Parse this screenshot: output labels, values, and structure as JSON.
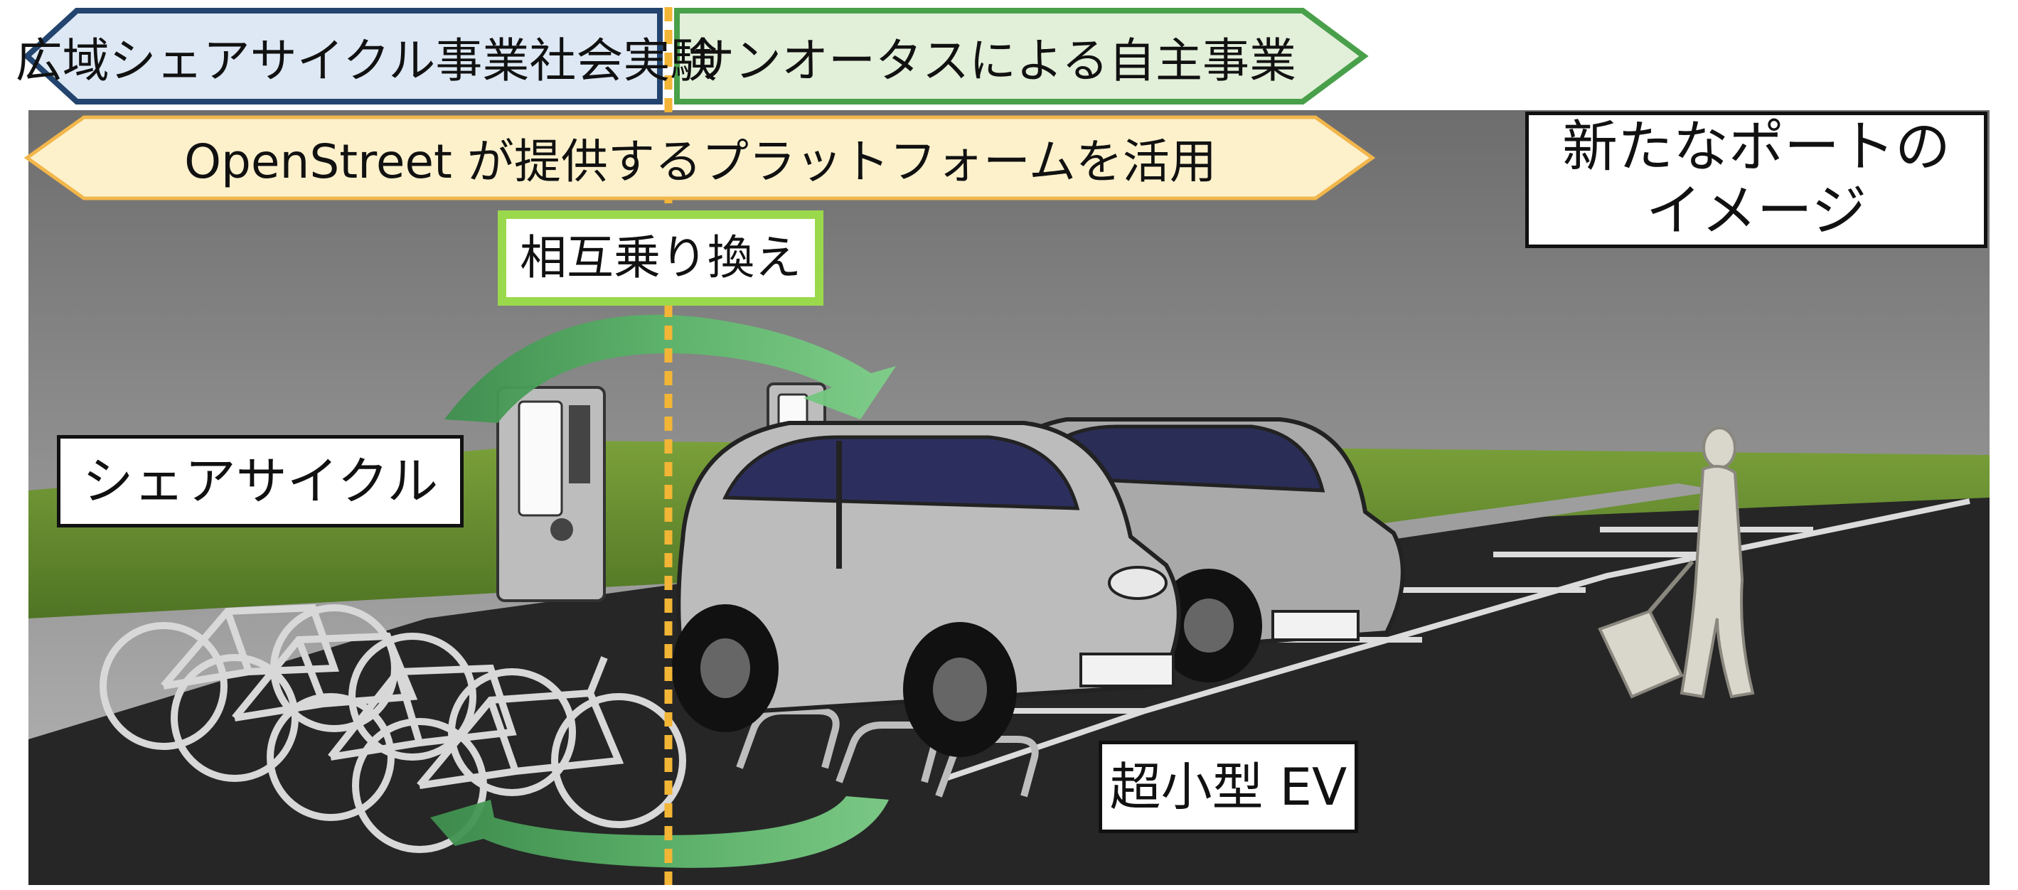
{
  "banners": {
    "trial": "広域シェアサイクル事業社会実験",
    "sun": "サンオータスによる自主事業",
    "platform": "OpenStreet が提供するプラットフォームを活用"
  },
  "labels": {
    "transfer": "相互乗り換え",
    "share_cycle": "シェアサイクル",
    "micro_ev": "超小型 EV",
    "new_port_line1": "新たなポートの",
    "new_port_line2": "イメージ"
  },
  "colors": {
    "trial_fill": "#dde8f4",
    "trial_stroke": "#23446e",
    "sun_fill": "#e2efd9",
    "sun_stroke": "#49a04a",
    "platform_fill": "#fdf1cc",
    "platform_stroke": "#f2b64a",
    "transfer_border": "#9bd94c",
    "divider": "#f3b535",
    "arrow": "#4aa356"
  }
}
